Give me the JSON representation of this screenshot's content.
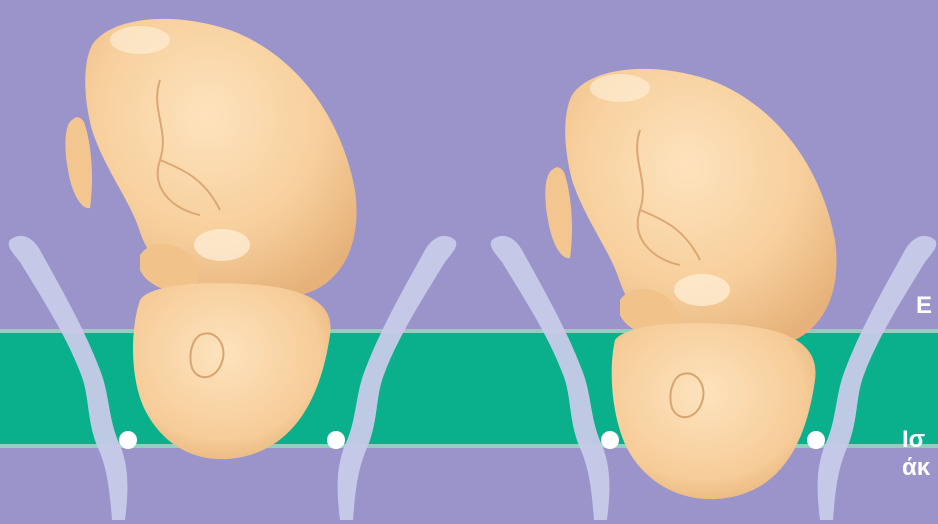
{
  "labels": {
    "label_1": "Ε",
    "label_2": "Ισ",
    "label_3": "άκ"
  },
  "colors": {
    "background": "#9a94ca",
    "band": "#0aaf8c",
    "skin": "#f7cf9c",
    "skin_shadow": "#e8b57e",
    "pelvis": "#c9cbe9"
  }
}
